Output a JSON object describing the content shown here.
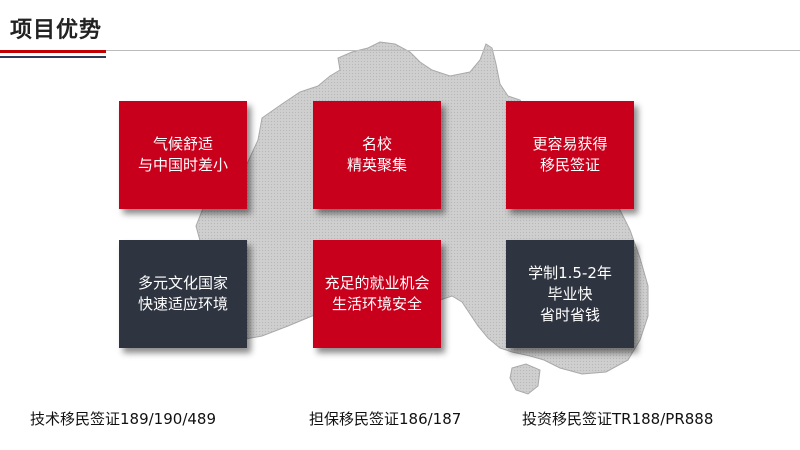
{
  "slide": {
    "title": "项目优势",
    "colors": {
      "accent_red": "#c8001c",
      "dark_tile": "#2f3540",
      "map_grey": "#c9c9c9"
    },
    "tiles": [
      {
        "color": "red",
        "line1": "气候舒适",
        "line2": "与中国时差小",
        "line3": ""
      },
      {
        "color": "red",
        "line1": "名校",
        "line2": "精英聚集",
        "line3": ""
      },
      {
        "color": "red",
        "line1": "更容易获得",
        "line2": "移民签证",
        "line3": ""
      },
      {
        "color": "dark",
        "line1": "多元文化国家",
        "line2": "快速适应环境",
        "line3": ""
      },
      {
        "color": "red",
        "line1": "充足的就业机会",
        "line2": "生活环境安全",
        "line3": ""
      },
      {
        "color": "dark",
        "line1": "学制1.5-2年",
        "line2": "毕业快",
        "line3": "省时省钱"
      }
    ],
    "captions": [
      "技术移民签证189/190/489",
      "担保移民签证186/187",
      "投资移民签证TR188/PR888"
    ]
  }
}
